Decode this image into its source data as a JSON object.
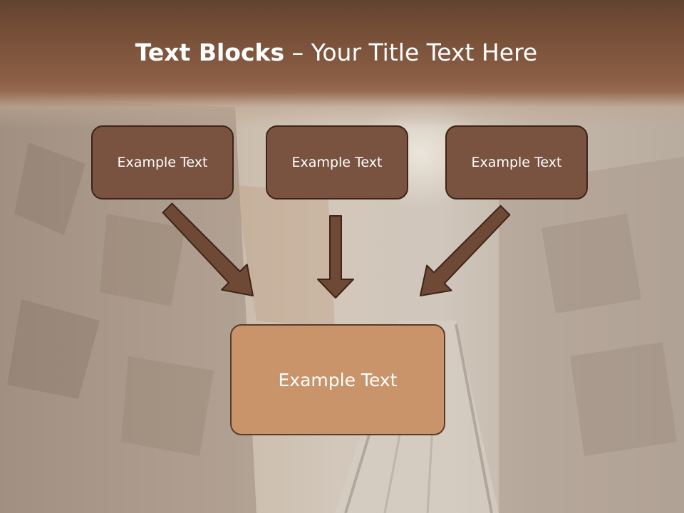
{
  "title": {
    "bold": "Text Blocks",
    "rest": " – Your Title Text Here"
  },
  "boxes": [
    {
      "label": "Example Text"
    },
    {
      "label": "Example Text"
    },
    {
      "label": "Example Text"
    }
  ],
  "center_box": {
    "label": "Example Text"
  },
  "colors": {
    "banner": "#744d36",
    "box_fill": "#7a5240",
    "box_border": "#3e2418",
    "center_fill": "#c9946a",
    "arrow": "#6e4a36"
  }
}
